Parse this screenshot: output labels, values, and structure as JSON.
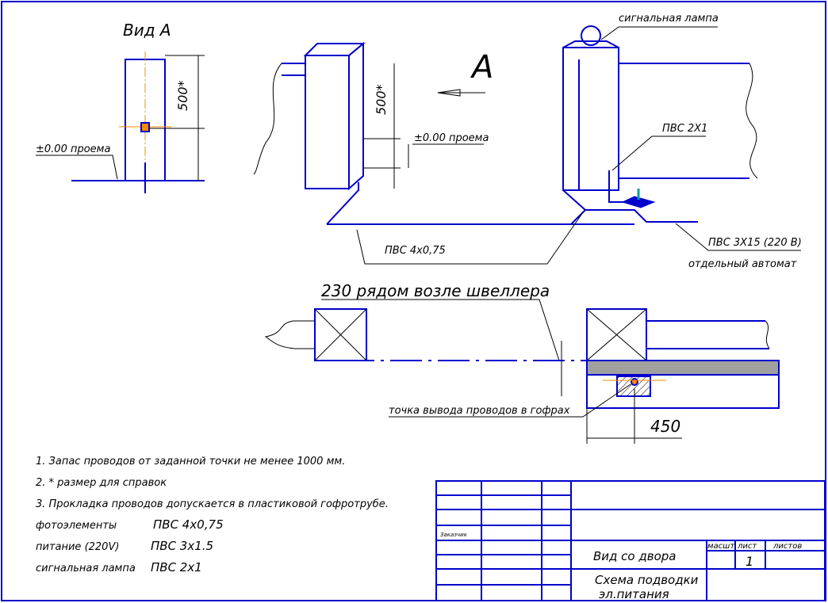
{
  "view_a": {
    "title": "Вид А",
    "dim": "500*",
    "level": "±0.00 проема"
  },
  "front_view": {
    "arrow_label": "A",
    "dim": "500*",
    "level": "±0.00 проема",
    "lamp_label": "сигнальная лампа",
    "cable_lamp": "ПВС 2Х1",
    "cable_power": "ПВС 3Х15 (220 В)",
    "breaker": "отдельный автомат",
    "cable_photo": "ПВС 4х0,75"
  },
  "plan_view": {
    "title": "230  рядом возле швеллера",
    "exit_point": "точка вывода проводов в гофрах",
    "dim": "450"
  },
  "notes": [
    "1. Запас проводов от заданной точки  не менее 1000 мм.",
    "2.  * размер для справок",
    "3. Прокладка проводов допускается в пластиковой гофротрубе."
  ],
  "cables": [
    {
      "name": "фотоэлементы",
      "spec": "ПВС 4х0,75"
    },
    {
      "name": "питание (220V)",
      "spec": "ПВС 3х1.5"
    },
    {
      "name": "сигнальная лампа",
      "spec": "ПВС 2х1"
    }
  ],
  "title_block": {
    "approver": "Заказчик",
    "view": "Вид со двора",
    "title_line1": "Схема подводки",
    "title_line2": "эл.питания",
    "scale_label": "масшт",
    "sheet_label": "лист",
    "sheets_label": "листов",
    "sheet": "1"
  },
  "colors": {
    "lines": "#0000cc",
    "axis": "#ff8800",
    "band": "#a0a0a0"
  }
}
